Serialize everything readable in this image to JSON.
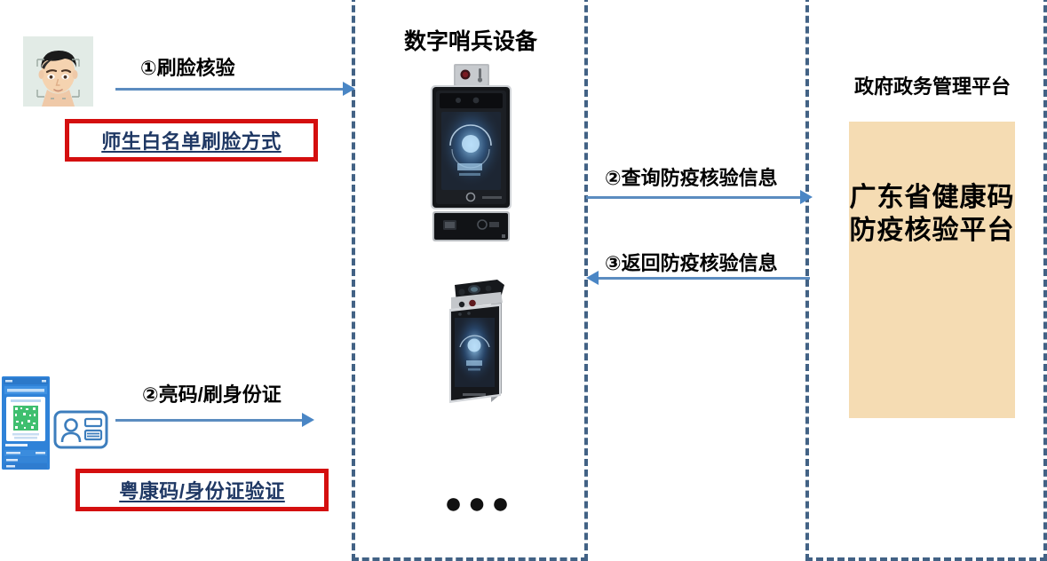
{
  "diagram": {
    "title_device_zone": "数字哨兵设备",
    "title_platform_zone": "政府政务管理平台",
    "platform_block_label": "广东省健康码防疫核验平台",
    "ellipsis": "●●●"
  },
  "flows": [
    {
      "id": "flow-1",
      "label": "①刷脸核验",
      "direction": "right"
    },
    {
      "id": "flow-2",
      "label": "②亮码/刷身份证",
      "direction": "right"
    },
    {
      "id": "flow-3",
      "label": "②查询防疫核验信息",
      "direction": "right"
    },
    {
      "id": "flow-4",
      "label": "③返回防疫核验信息",
      "direction": "left"
    }
  ],
  "callouts": [
    {
      "id": "callout-whitelist",
      "text": "师生白名单刷脸方式"
    },
    {
      "id": "callout-yuekangma",
      "text": "粤康码/身份证验证"
    }
  ],
  "icons": {
    "face": "face-photo-icon",
    "phone_qr": "phone-health-code-icon",
    "id_card": "id-card-icon",
    "device_kiosk": "face-recognition-kiosk-icon",
    "device_handheld": "handheld-face-terminal-icon"
  },
  "colors": {
    "dashed_border": "#426285",
    "arrow": "#4a86c5",
    "callout_border": "#d40f0f",
    "callout_text": "#1f3864",
    "platform_block_bg": "#f5dcb3"
  }
}
